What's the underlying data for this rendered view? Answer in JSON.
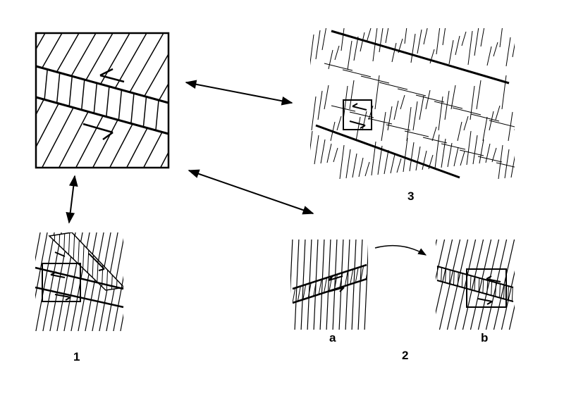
{
  "labels": {
    "fig1": "1",
    "fig2": "2",
    "fig3": "3",
    "fig2a": "a",
    "fig2b": "b"
  },
  "colors": {
    "ink": "#000000",
    "paper": "#ffffff"
  }
}
